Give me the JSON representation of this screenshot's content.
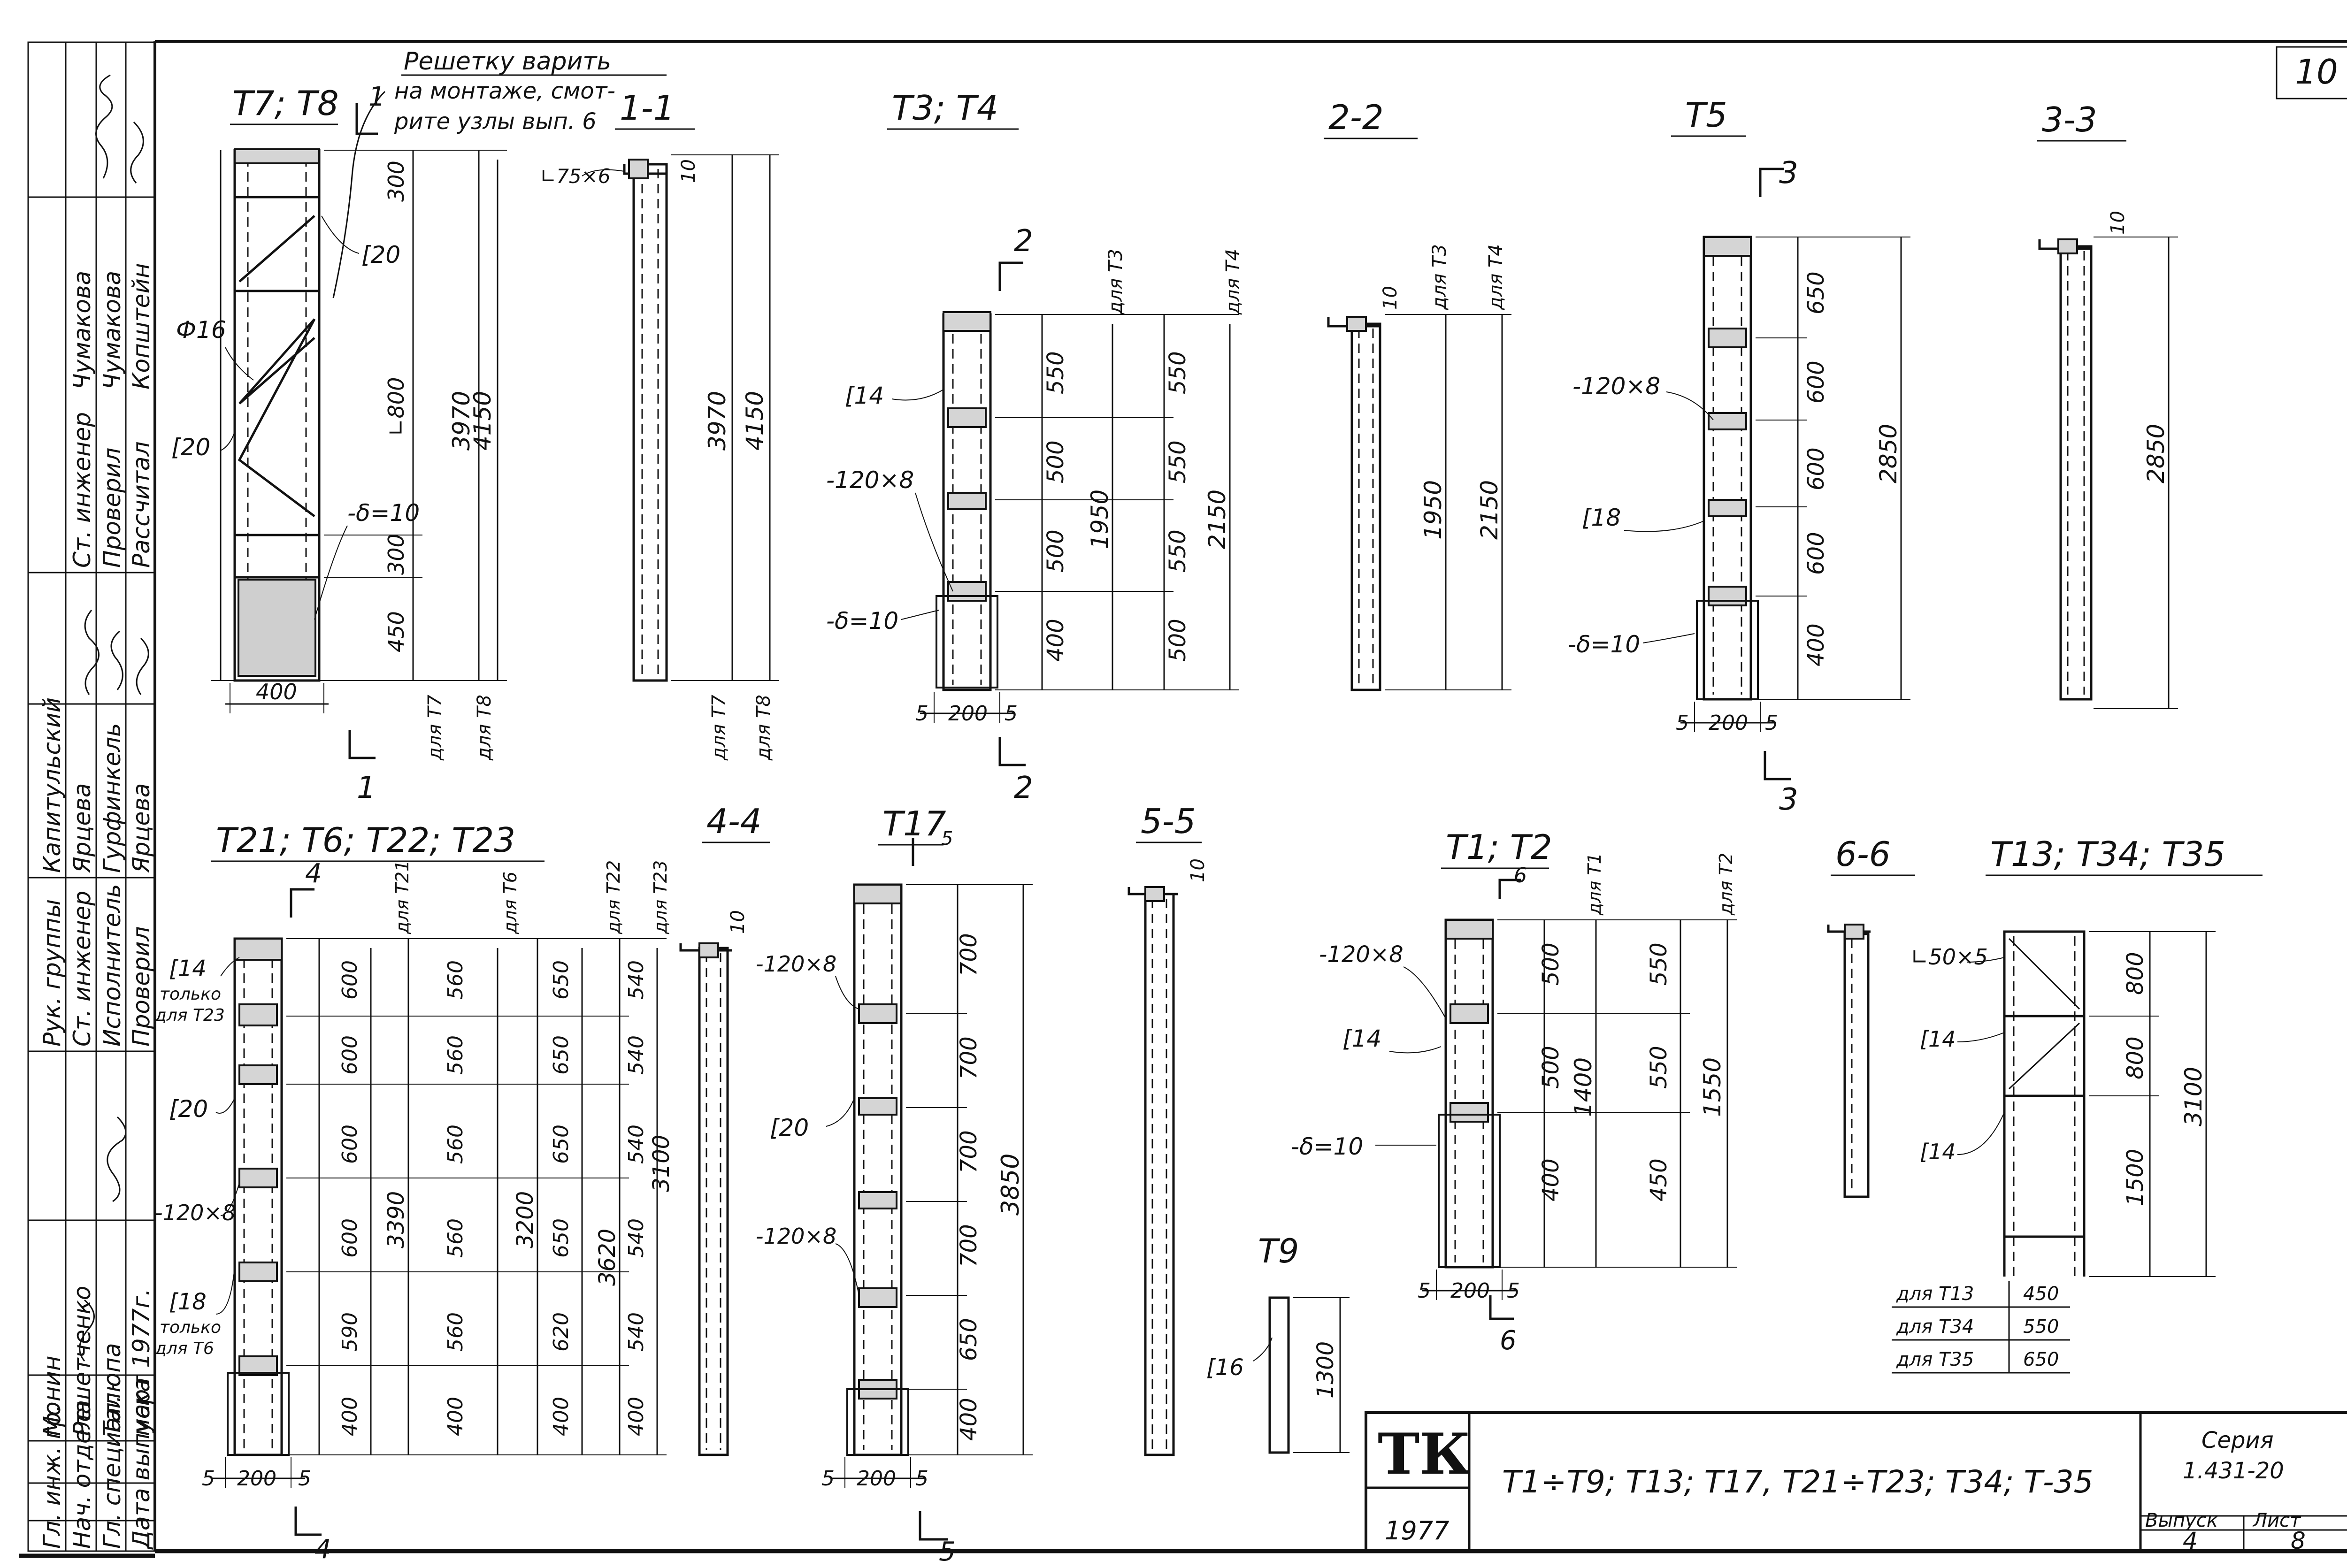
{
  "sheet_number": "10",
  "footnote": {
    "line1": "Решетку варить",
    "line2": "на монтаже, смот-",
    "line3": "рите узлы вып. 6"
  },
  "stamp": {
    "rows_left": [
      {
        "role": "Гл. инж. гр.",
        "name": "Монин"
      },
      {
        "role": "Нач. отдела",
        "name": "Решетченко"
      },
      {
        "role": "Гл. специал.",
        "name": "Талюпа"
      },
      {
        "role": "Дата выпуска",
        "name": "март 1977г."
      }
    ],
    "rows_mid": [
      {
        "role": "Рук. группы",
        "name": "Капитульский"
      },
      {
        "role": "Ст. инженер",
        "name": "Ярцева"
      },
      {
        "role": "Исполнитель",
        "name": "Гурфинкель"
      },
      {
        "role": "Проверил",
        "name": "Ярцева"
      }
    ],
    "rows_top": [
      {
        "role": "Ст. инженер",
        "name": "Чумакова"
      },
      {
        "role": "Проверил",
        "name": "Чумакова"
      },
      {
        "role": "Рассчитал",
        "name": "Копштейн"
      }
    ]
  },
  "title_block": {
    "logo": "ТК",
    "year": "1977",
    "title": "Т1÷Т9; Т13; Т17, Т21÷Т23; Т34; Т-35",
    "series_label": "Серия",
    "series_value": "1.431-20",
    "issue_label": "Выпуск",
    "issue_value": "4",
    "sheet_label": "Лист",
    "sheet_value": "8"
  },
  "views": {
    "t7t8": {
      "title": "Т7; Т8",
      "labels": {
        "channel_top": "[20",
        "rod": "Ф16",
        "channel_side": "[20",
        "plate": "-δ=10",
        "angle": "∟800"
      },
      "dims": [
        "300",
        "450",
        "300",
        "3970",
        "4150",
        "400"
      ],
      "for_labels": [
        "для Т7",
        "для Т8"
      ],
      "section_mark": "1"
    },
    "s11": {
      "title": "1-1",
      "angle": "∟75×6",
      "dims": [
        "10",
        "3970",
        "4150"
      ],
      "for_labels": [
        "для Т7",
        "для Т8"
      ]
    },
    "t3t4": {
      "title": "Т3; Т4",
      "labels": {
        "channel": "[14",
        "plate_rib": "-120×8",
        "plate": "-δ=10"
      },
      "col_t3": [
        "550",
        "500",
        "500",
        "400"
      ],
      "col_t4": [
        "550",
        "550",
        "550",
        "500"
      ],
      "totals": [
        "1950",
        "2150"
      ],
      "for_labels": [
        "для Т3",
        "для Т4"
      ],
      "bottom": [
        "5",
        "200",
        "5"
      ],
      "section_mark": "2"
    },
    "s22": {
      "title": "2-2",
      "dims": [
        "10",
        "1950",
        "2150"
      ],
      "for_labels": [
        "для Т3",
        "для Т4"
      ]
    },
    "t5": {
      "title": "Т5",
      "labels": {
        "plate_rib": "-120×8",
        "channel": "[18",
        "plate": "-δ=10"
      },
      "dims": [
        "650",
        "600",
        "600",
        "600",
        "400"
      ],
      "total": "2850",
      "bottom": [
        "5",
        "200",
        "5"
      ],
      "section_mark": "3"
    },
    "s33": {
      "title": "3-3",
      "dims": [
        "10",
        "2850"
      ]
    },
    "t21": {
      "title": "Т21; Т6; Т22; Т23",
      "labels": {
        "c14": "[14",
        "c14_note1": "только",
        "c14_note2": "для Т23",
        "c20": "[20",
        "rib": "-120×8",
        "c18": "[18",
        "c18_note1": "только",
        "c18_note2": "для Т6"
      },
      "headers": [
        "для Т21",
        "для Т6",
        "для Т22",
        "для Т23"
      ],
      "col_a": [
        "600",
        "600",
        "600",
        "600",
        "590",
        "400"
      ],
      "col_t21": [
        "560",
        "560",
        "560",
        "560",
        "560",
        "400"
      ],
      "col_t6": [
        "650",
        "650",
        "650",
        "650",
        "620",
        "400"
      ],
      "col_t22": [
        "540",
        "540",
        "540",
        "540",
        "540",
        "400"
      ],
      "totals": [
        "3390",
        "3200",
        "3620",
        "3100"
      ],
      "bottom": [
        "5",
        "200",
        "5"
      ],
      "section_mark": "4"
    },
    "s44": {
      "title": "4-4",
      "dims": [
        "10"
      ]
    },
    "t17": {
      "title": "Т17",
      "labels": {
        "rib1": "-120×8",
        "c20": "[20",
        "rib2": "-120×8"
      },
      "dims": [
        "700",
        "700",
        "700",
        "700",
        "650",
        "400"
      ],
      "total": "3850",
      "bottom": [
        "5",
        "200",
        "5"
      ],
      "section_mark": "5"
    },
    "s55": {
      "title": "5-5",
      "dims": [
        "10"
      ]
    },
    "t9": {
      "title": "Т9",
      "channel": "[16",
      "dim": "1300"
    },
    "t1t2": {
      "title": "Т1; Т2",
      "labels": {
        "rib": "-120×8",
        "channel": "[14",
        "plate": "-δ=10"
      },
      "col_t1": [
        "500",
        "500",
        "400"
      ],
      "col_t2": [
        "550",
        "550",
        "450"
      ],
      "totals": [
        "1400",
        "1550"
      ],
      "for_labels": [
        "для Т1",
        "для Т2"
      ],
      "bottom": [
        "5",
        "200",
        "5"
      ],
      "section_mark": "6"
    },
    "s66": {
      "title": "6-6"
    },
    "t13": {
      "title": "Т13; Т34; Т35",
      "labels": {
        "angle": "∟50×5",
        "c14a": "[14",
        "c14b": "[14"
      },
      "dims": [
        "800",
        "800",
        "1500"
      ],
      "total": "3100",
      "table": [
        {
          "label": "для Т13",
          "value": "450"
        },
        {
          "label": "для Т34",
          "value": "550"
        },
        {
          "label": "для Т35",
          "value": "650"
        }
      ]
    }
  }
}
